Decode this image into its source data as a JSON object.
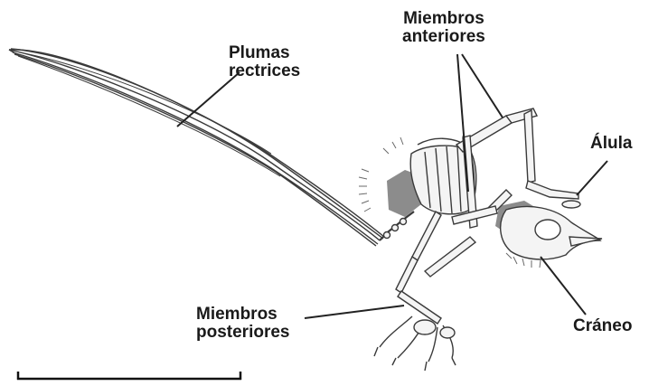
{
  "labels": {
    "tail_feathers": {
      "line1": "Plumas",
      "line2": "rectrices"
    },
    "forelimbs": {
      "line1": "Miembros",
      "line2": "anteriores"
    },
    "alula": "Álula",
    "hindlimbs": {
      "line1": "Miembros",
      "line2": "posteriores"
    },
    "skull": "Cráneo"
  },
  "colors": {
    "bone_outline": "#3a3a3a",
    "bone_fill": "#f4f4f4",
    "shadow_fill": "#8c8c8c",
    "leader_line": "#222222",
    "scale_bar": "#111111"
  }
}
